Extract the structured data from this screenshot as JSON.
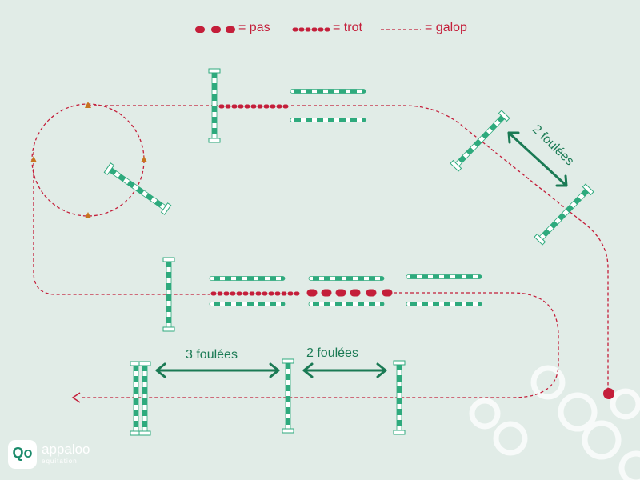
{
  "legend": {
    "walk": "= pas",
    "trot": "= trot",
    "canter": "= galop"
  },
  "strides": {
    "diagonal": "2 foulées",
    "bottom_left": "3 foulées",
    "bottom_right": "2 foulées"
  },
  "logo": {
    "mark": "Qo",
    "name": "appaloo",
    "subtitle": "equitation"
  },
  "colors": {
    "background": "#e1ece7",
    "route": "#c41e3a",
    "pole": "#2eaa7d",
    "arrow": "#1a7a54",
    "marker": "#c8741e",
    "watermark": "#ffffff"
  }
}
